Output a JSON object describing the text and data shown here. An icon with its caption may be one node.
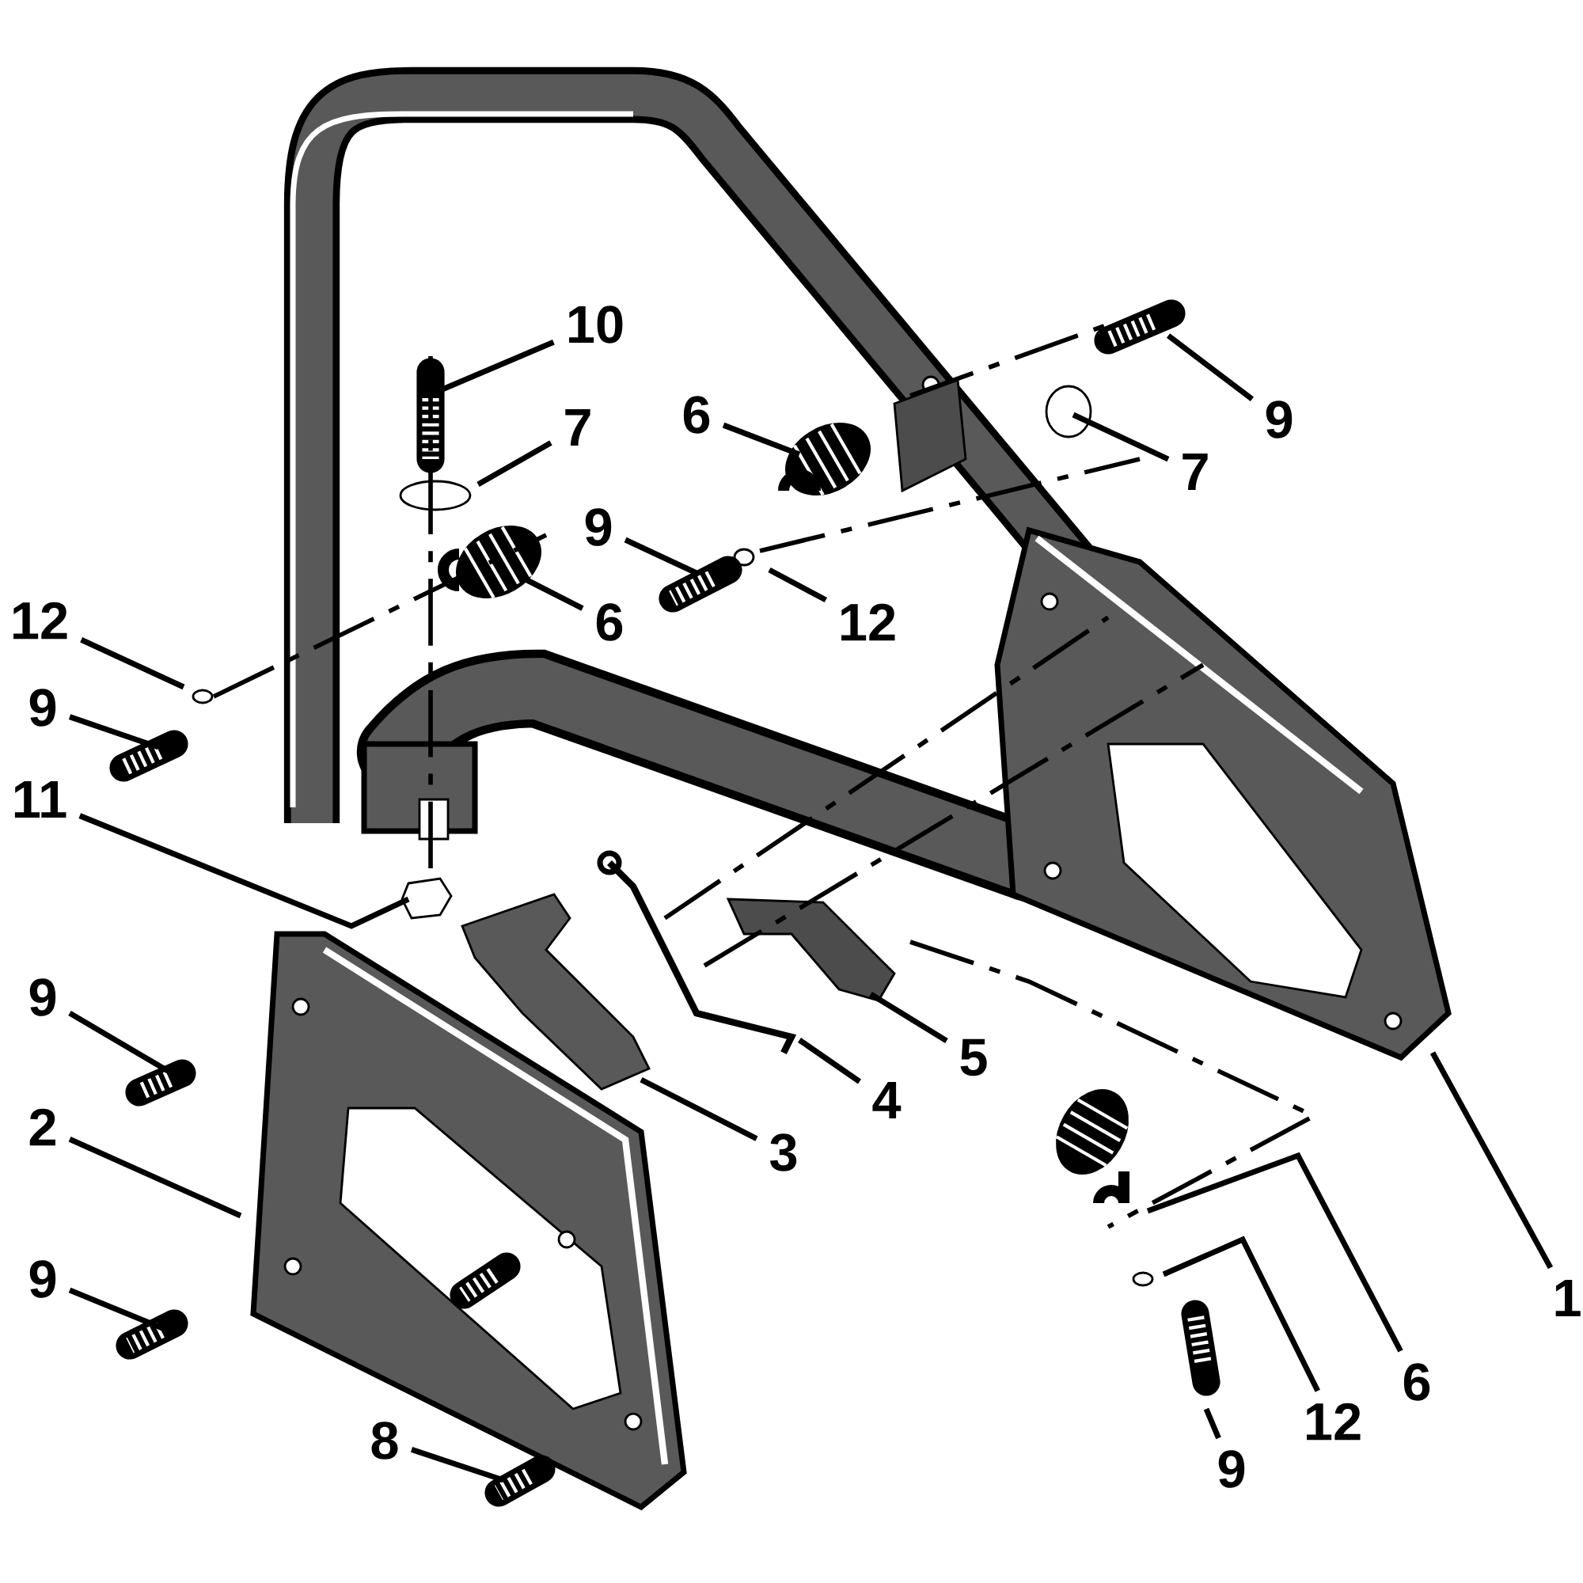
{
  "diagram": {
    "nodes": [
      {
        "text": [
          "10"
        ]
      },
      {
        "text": [
          "9"
        ]
      },
      {
        "text": [
          "6"
        ]
      },
      {
        "text": [
          "7"
        ]
      },
      {
        "text": [
          "7"
        ]
      },
      {
        "text": [
          "9"
        ]
      },
      {
        "text": [
          "6"
        ]
      },
      {
        "text": [
          "12"
        ]
      },
      {
        "text": [
          "12"
        ]
      },
      {
        "text": [
          "9"
        ]
      },
      {
        "text": [
          "11"
        ]
      },
      {
        "text": [
          "9"
        ]
      },
      {
        "text": [
          "5"
        ]
      },
      {
        "text": [
          "4"
        ]
      },
      {
        "text": [
          "2"
        ]
      },
      {
        "text": [
          "3"
        ]
      },
      {
        "text": [
          "9"
        ]
      },
      {
        "text": [
          "1"
        ]
      },
      {
        "text": [
          "6"
        ]
      },
      {
        "text": [
          "12"
        ]
      },
      {
        "text": [
          "8"
        ]
      },
      {
        "text": [
          "9"
        ]
      }
    ],
    "edges": [
      {
        "from": 0,
        "to": null,
        "arrow": "none"
      },
      {
        "from": 1,
        "to": null,
        "arrow": "none"
      },
      {
        "from": 2,
        "to": null,
        "arrow": "none"
      },
      {
        "from": 3,
        "to": null,
        "arrow": "none"
      },
      {
        "from": 4,
        "to": null,
        "arrow": "none"
      },
      {
        "from": 5,
        "to": null,
        "arrow": "none"
      },
      {
        "from": 6,
        "to": null,
        "arrow": "none"
      },
      {
        "from": 7,
        "to": null,
        "arrow": "none"
      },
      {
        "from": 8,
        "to": null,
        "arrow": "none"
      },
      {
        "from": 9,
        "to": null,
        "arrow": "none"
      },
      {
        "from": 10,
        "to": null,
        "arrow": "none"
      },
      {
        "from": 11,
        "to": null,
        "arrow": "none"
      },
      {
        "from": 12,
        "to": null,
        "arrow": "none"
      },
      {
        "from": 13,
        "to": null,
        "arrow": "none"
      },
      {
        "from": 14,
        "to": null,
        "arrow": "none"
      },
      {
        "from": 15,
        "to": null,
        "arrow": "none"
      },
      {
        "from": 16,
        "to": null,
        "arrow": "none"
      },
      {
        "from": 17,
        "to": null,
        "arrow": "none"
      },
      {
        "from": 18,
        "to": null,
        "arrow": "none"
      },
      {
        "from": 19,
        "to": null,
        "arrow": "none"
      },
      {
        "from": 20,
        "to": null,
        "arrow": "none"
      },
      {
        "from": 21,
        "to": null,
        "arrow": "none"
      }
    ]
  }
}
